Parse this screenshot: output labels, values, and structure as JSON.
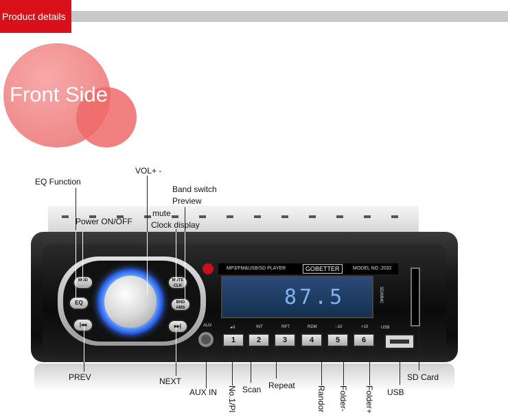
{
  "header": {
    "tab_label": "Product details"
  },
  "hero": {
    "title": "Front Side"
  },
  "device": {
    "model_line": "MP3/FM&USB/SD PLAYER",
    "brand": "GOBETTER",
    "model_no": "MODEL NO.:2032",
    "lcd_frequency": "87.5",
    "mini_labels": {
      "aux": "AUX",
      "sd_mmc": "SD/MMC",
      "usb": "USB"
    },
    "pod_buttons": {
      "mod": "MOD",
      "eq": "EQ",
      "prev": "|◂◂",
      "mute": "MUTE CLK",
      "bnd": "BND AMS",
      "next": "▸▸|"
    },
    "number_buttons": [
      "1",
      "2",
      "3",
      "4",
      "5",
      "6"
    ],
    "number_labels": [
      "▸II",
      "INT",
      "RPT",
      "RDM",
      "−10",
      "+10"
    ]
  },
  "callouts": {
    "eq_function": "EQ Function",
    "vol": "VOL+ -",
    "band_switch": "Band switch",
    "preview": "Preview",
    "mute": "mute",
    "clock_display": "Clock display",
    "power": "Power ON/OFF",
    "prev": "PREV",
    "next": "NEXT",
    "aux_in": "AUX IN",
    "no1": "No.1/Pl",
    "scan": "Scan",
    "repeat": "Repeat",
    "random": "Randor",
    "folder_minus": "Folder-",
    "folder_plus": "Folder+",
    "usb": "USB",
    "sd_card": "SD Card"
  }
}
